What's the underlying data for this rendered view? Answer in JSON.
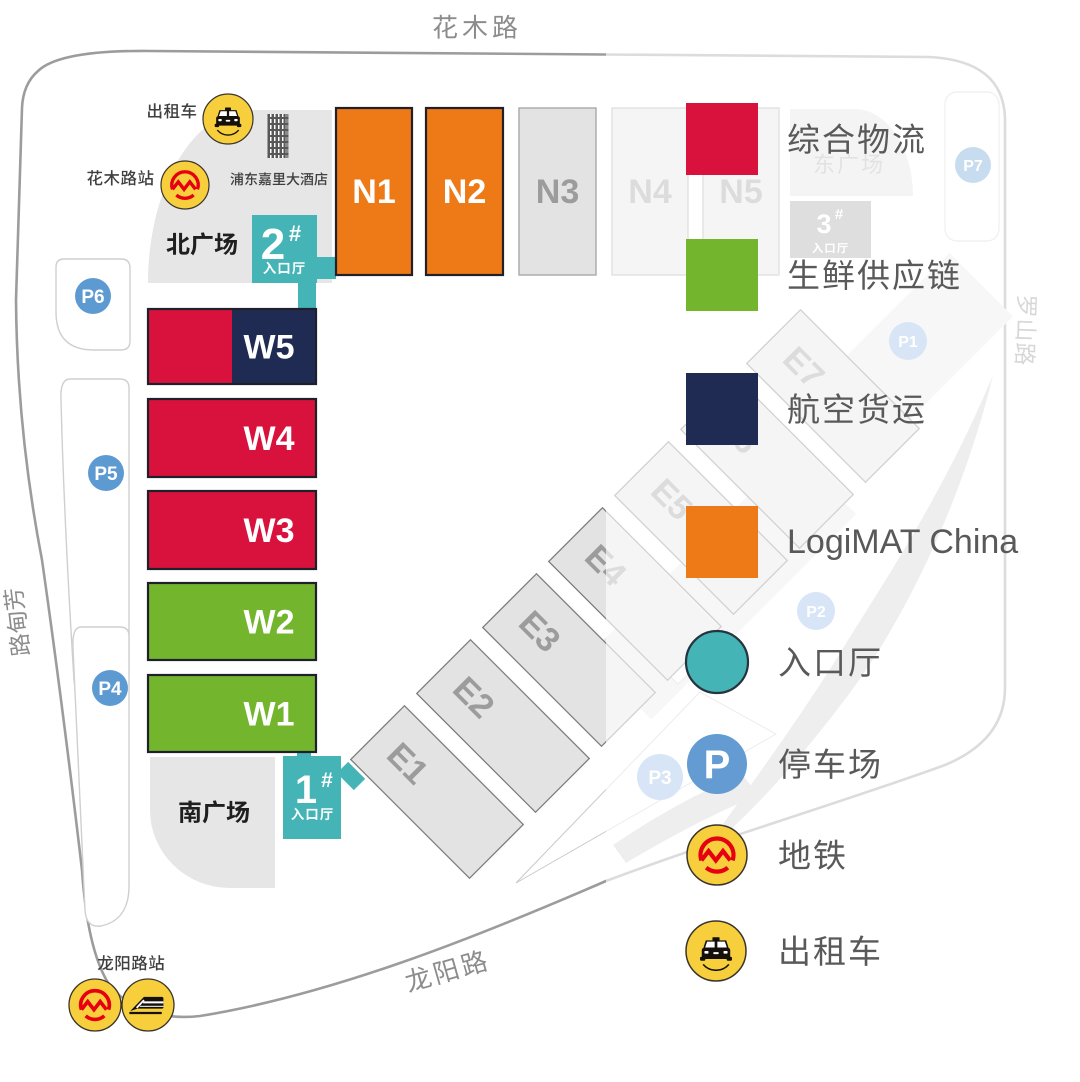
{
  "colors": {
    "red": "#d8123c",
    "green": "#73b62e",
    "navy": "#1f2b52",
    "orange": "#ed7a16",
    "teal": "#45b4b6",
    "hall_gray": "#e3e3e3",
    "hall_gray_border": "#a0a0a0",
    "hall_gray_text": "#9c9c9c",
    "dark_border": "#20202c",
    "parking_blue": "#5e9ad2",
    "parking_blue_faint": "#8fb6e4",
    "legend_blue": "#639bd2",
    "icon_yellow": "#f7cf3d",
    "metro_red": "#e60012",
    "road_line": "#9c9c9c",
    "road_label": "#8c8c8c",
    "legend_text": "#595959",
    "plaza_gray": "#e6e6e6",
    "plaza_text": "#1f1f1f"
  },
  "roads": {
    "top": "花木路",
    "left": "芳甸路",
    "bottom": "龙阳路",
    "right": "罗山路"
  },
  "stations": {
    "taxi_north": "出租车",
    "metro_north": "花木路站",
    "hotel": "浦东嘉里大酒店",
    "longyang": "龙阳路站"
  },
  "plazas": {
    "north": "北广场",
    "south": "南广场",
    "east": "东广场"
  },
  "halls": {
    "n": [
      {
        "id": "N1"
      },
      {
        "id": "N2"
      },
      {
        "id": "N3"
      },
      {
        "id": "N4"
      },
      {
        "id": "N5"
      }
    ],
    "w": [
      {
        "id": "W5"
      },
      {
        "id": "W4"
      },
      {
        "id": "W3"
      },
      {
        "id": "W2"
      },
      {
        "id": "W1"
      }
    ],
    "e": [
      {
        "id": "E1"
      },
      {
        "id": "E2"
      },
      {
        "id": "E3"
      },
      {
        "id": "E4"
      },
      {
        "id": "E5"
      },
      {
        "id": "E6"
      },
      {
        "id": "E7"
      }
    ]
  },
  "entrances": {
    "north": {
      "num": "2",
      "hash": "#",
      "hall": "入口厅"
    },
    "south": {
      "num": "1",
      "hash": "#",
      "hall": "入口厅"
    },
    "east": {
      "num": "3",
      "hash": "#",
      "hall": "入口厅"
    }
  },
  "parking": {
    "p1": "P1",
    "p2": "P2",
    "p3": "P3",
    "p4": "P4",
    "p5": "P5",
    "p6": "P6",
    "p7": "P7"
  },
  "legend": {
    "parking_symbol": "P",
    "items": [
      {
        "label": "综合物流"
      },
      {
        "label": "生鲜供应链"
      },
      {
        "label": "航空货运"
      },
      {
        "label": "LogiMAT China"
      },
      {
        "label": "入口厅"
      },
      {
        "label": "停车场"
      },
      {
        "label": "地铁"
      },
      {
        "label": "出租车"
      }
    ]
  }
}
